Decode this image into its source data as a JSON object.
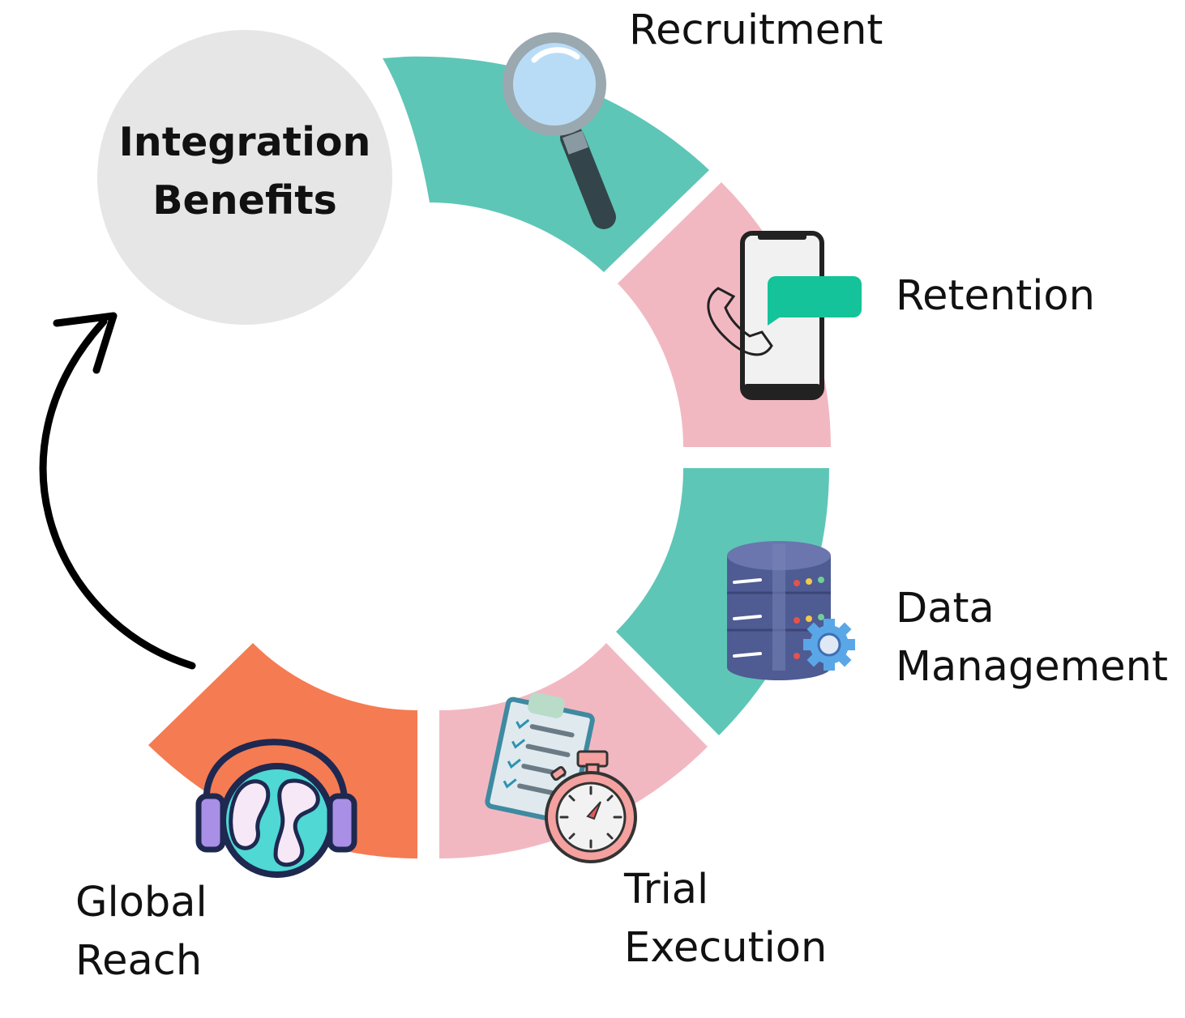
{
  "center": {
    "line1": "Integration",
    "line2": "Benefits"
  },
  "segments": [
    {
      "id": "recruitment",
      "lines": [
        "Recruitment"
      ],
      "color": "#5ec6b6",
      "icon": "magnifying-glass-icon"
    },
    {
      "id": "retention",
      "lines": [
        "Retention"
      ],
      "color": "#f2b8c2",
      "icon": "phone-chat-icon"
    },
    {
      "id": "data-management",
      "lines": [
        "Data",
        "Management"
      ],
      "color": "#5ec6b6",
      "icon": "database-gear-icon"
    },
    {
      "id": "trial-execution",
      "lines": [
        "Trial",
        "Execution"
      ],
      "color": "#f2b8c2",
      "icon": "clipboard-stopwatch-icon"
    },
    {
      "id": "global-reach",
      "lines": [
        "Global",
        "Reach"
      ],
      "color": "#f57b52",
      "icon": "globe-headphones-icon"
    }
  ],
  "colors": {
    "center_circle": "#e6e6e6",
    "arrow": "#000000"
  }
}
